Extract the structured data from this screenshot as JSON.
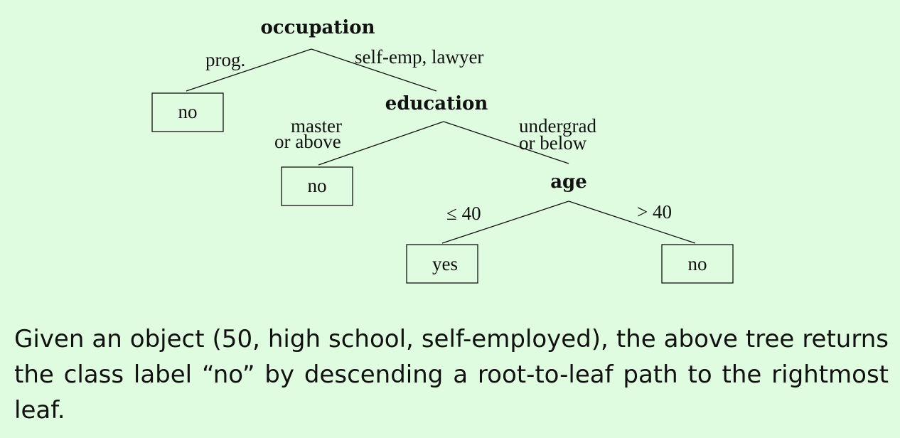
{
  "tree": {
    "nodes": {
      "root": "occupation",
      "education": "education",
      "age": "age"
    },
    "edges": {
      "root_left": "prog.",
      "root_right": "self-emp, lawyer",
      "education_left_line1": "master",
      "education_left_line2": "or above",
      "education_right_line1": "undergrad",
      "education_right_line2": "or below",
      "age_left": "≤ 40",
      "age_right": "> 40"
    },
    "leaves": {
      "occupation_prog": "no",
      "education_master": "no",
      "age_le40": "yes",
      "age_gt40": "no"
    }
  },
  "caption": "Given an object (50, high school, self-employed), the above tree returns the class label “no” by descending a root-to-leaf path to the rightmost leaf.",
  "colors": {
    "background": "#e0fce0",
    "ink": "#111111"
  }
}
